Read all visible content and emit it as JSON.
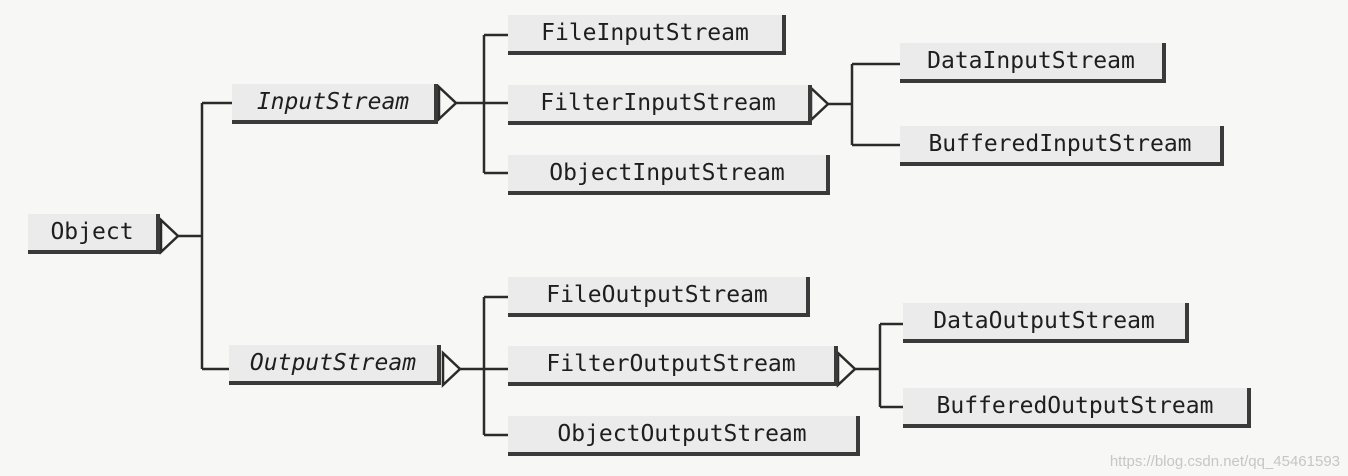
{
  "nodes": {
    "object": "Object",
    "input_stream": "InputStream",
    "output_stream": "OutputStream",
    "file_input_stream": "FileInputStream",
    "filter_input_stream": "FilterInputStream",
    "object_input_stream": "ObjectInputStream",
    "data_input_stream": "DataInputStream",
    "buffered_input_stream": "BufferedInputStream",
    "file_output_stream": "FileOutputStream",
    "filter_output_stream": "FilterOutputStream",
    "object_output_stream": "ObjectOutputStream",
    "data_output_stream": "DataOutputStream",
    "buffered_output_stream": "BufferedOutputStream"
  },
  "watermark": "https://blog.csdn.net/qq_45461593",
  "colors": {
    "line": "#2b2b2b",
    "box_fill": "#ebebeb",
    "box_shadow": "#3a3a3a",
    "background": "#f7f7f5"
  }
}
